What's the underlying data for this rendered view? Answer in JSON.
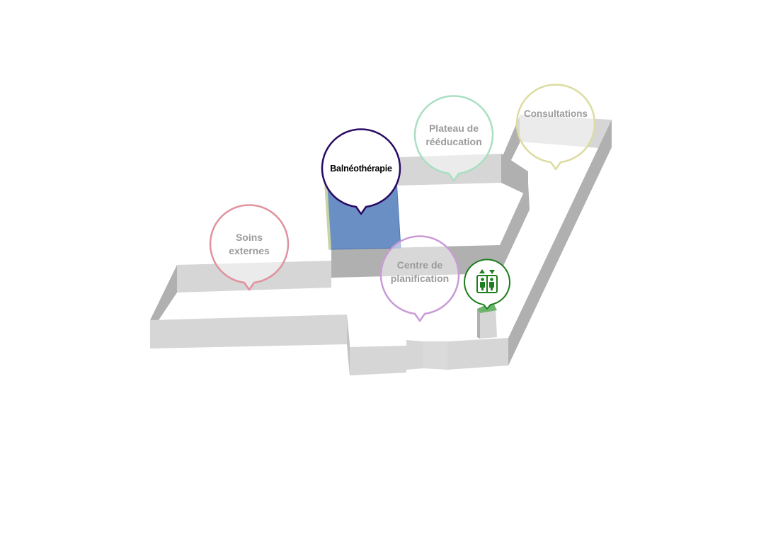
{
  "map": {
    "pins": [
      {
        "id": "soins-externes",
        "lines": [
          "Soins",
          "externes"
        ],
        "color": "#e0929f",
        "active": false
      },
      {
        "id": "balneotherapie",
        "lines": [
          "Balnéothérapie"
        ],
        "color": "#2a0a63",
        "active": true
      },
      {
        "id": "plateau-reeducation",
        "lines": [
          "Plateau de",
          "rééducation"
        ],
        "color": "#a9dfc2",
        "active": false
      },
      {
        "id": "consultations",
        "lines": [
          "Consultations"
        ],
        "color": "#dcdca0",
        "active": false
      },
      {
        "id": "centre-planification",
        "lines": [
          "Centre de",
          "planification"
        ],
        "color": "#c99bd6",
        "active": false
      }
    ],
    "elevator": {
      "icon": "elevator-icon",
      "color": "#1e7d1e"
    },
    "colors": {
      "wall_face": "#d6d6d6",
      "wall_side": "#b0b0b0",
      "pool": "#6a8fc4",
      "elevator_floor": "#6db46d"
    }
  }
}
